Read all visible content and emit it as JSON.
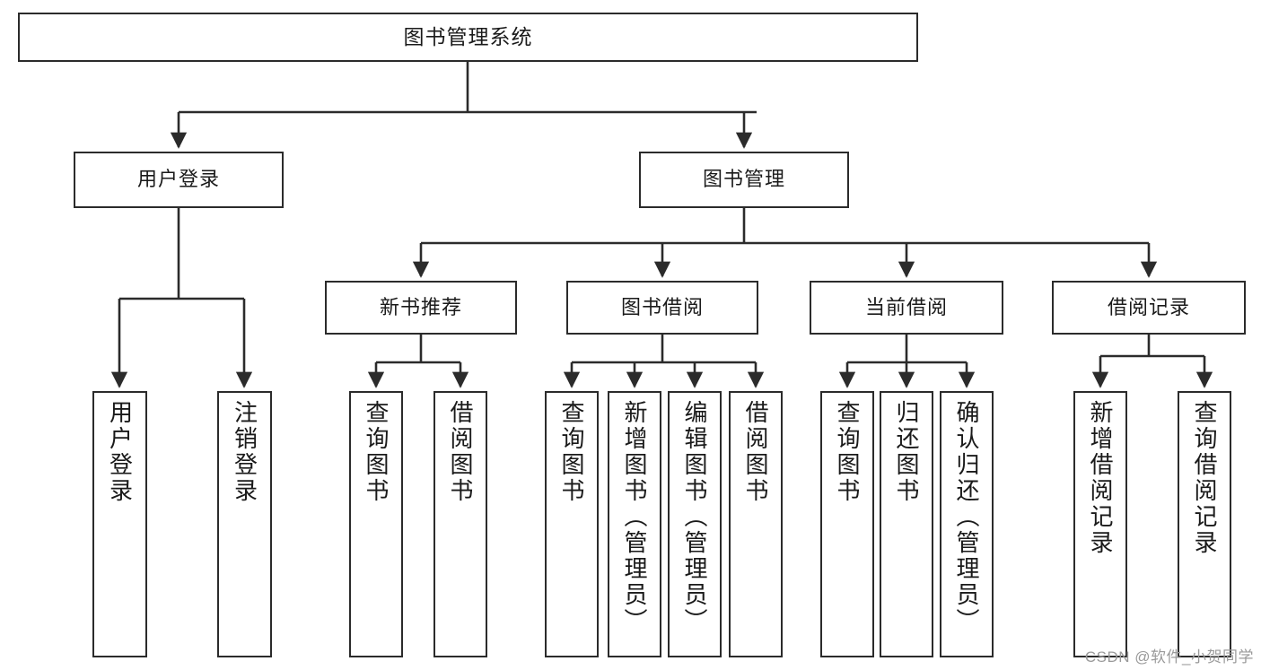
{
  "diagram": {
    "type": "tree-hierarchy",
    "title": "图书管理系统",
    "orientation": "top-down",
    "colors": {
      "node_border": "#2b2b2b",
      "node_fill": "#ffffff",
      "edge": "#2b2b2b",
      "text": "#1a1a1a",
      "watermark": "#9a9a9a",
      "background": "#ffffff"
    },
    "watermark": "CSDN @软件_小贺同学",
    "nodes": {
      "root": {
        "label": "图书管理系统"
      },
      "level1": [
        {
          "label": "用户登录"
        },
        {
          "label": "图书管理"
        }
      ],
      "level2": [
        {
          "label": "新书推荐"
        },
        {
          "label": "图书借阅"
        },
        {
          "label": "当前借阅"
        },
        {
          "label": "借阅记录"
        }
      ],
      "leaves": {
        "user_login": [
          {
            "label": "用户登录"
          },
          {
            "label": "注销登录"
          }
        ],
        "new_book_recommend": [
          {
            "label": "查询图书"
          },
          {
            "label": "借阅图书"
          }
        ],
        "book_borrow": [
          {
            "label": "查询图书"
          },
          {
            "label": "新增图书（管理员）"
          },
          {
            "label": "编辑图书（管理员）"
          },
          {
            "label": "借阅图书"
          }
        ],
        "current_borrow": [
          {
            "label": "查询图书"
          },
          {
            "label": "归还图书"
          },
          {
            "label": "确认归还（管理员）"
          }
        ],
        "borrow_record": [
          {
            "label": "新增借阅记录"
          },
          {
            "label": "查询借阅记录"
          }
        ]
      }
    }
  }
}
